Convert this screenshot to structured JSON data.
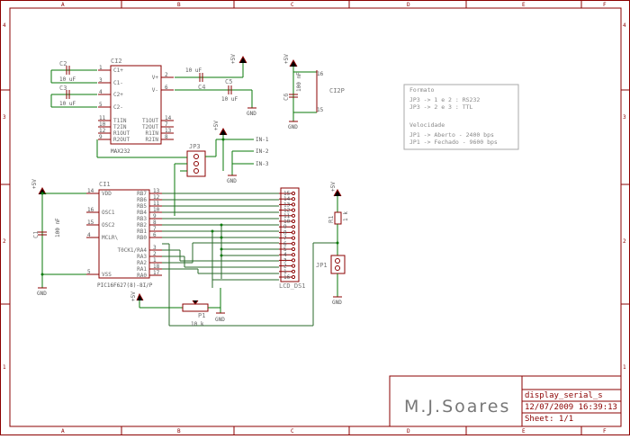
{
  "frame": {
    "cols": [
      "A",
      "B",
      "C",
      "D",
      "E",
      "F"
    ],
    "rows": [
      "4",
      "3",
      "2",
      "1"
    ]
  },
  "title_block": {
    "author": "M.J.Soares",
    "filename": "display_serial_s",
    "datetime": "12/07/2009 16:39:13",
    "sheet": "Sheet: 1/1"
  },
  "notes": {
    "formato_title": "Formato",
    "formato_line1": "JP3 -> 1 e 2 : RS232",
    "formato_line2": "JP3 -> 2 e 3 : TTL",
    "vel_title": "Velocidade",
    "vel_line1": "JP1 -> Aberto  - 2400 bps",
    "vel_line2": "JP1 -> Fechado - 9600 bps"
  },
  "max232": {
    "ref": "CI2",
    "name": "MAX232",
    "left_pins": [
      "C1+",
      "C1-",
      "C2+",
      "C2-",
      "T1IN",
      "T2IN",
      "R1OUT",
      "R2OUT"
    ],
    "left_nums": [
      "1",
      "3",
      "4",
      "5",
      "11",
      "10",
      "12",
      "9"
    ],
    "right_pins": [
      "V+",
      "V-",
      "T1OUT",
      "T2OUT",
      "R1IN",
      "R2IN"
    ],
    "right_nums": [
      "2",
      "6",
      "14",
      "7",
      "13",
      "8"
    ]
  },
  "pic": {
    "ref": "CI1",
    "name": "PIC16F627(8)-8I/P",
    "left_pins": [
      "VDD",
      "OSC1",
      "OSC2",
      "MCLR\\",
      "VSS"
    ],
    "left_nums": [
      "14",
      "16",
      "15",
      "4",
      "5"
    ],
    "right_pins": [
      "RB7",
      "RB6",
      "RB5",
      "RB4",
      "RB3",
      "RB2",
      "RB1",
      "RB0",
      "T0CK1/RA4",
      "RA3",
      "RA2",
      "RA1",
      "RA0"
    ],
    "right_nums": [
      "13",
      "12",
      "11",
      "10",
      "9",
      "8",
      "7",
      "6",
      "3",
      "2",
      "1",
      "18",
      "17"
    ]
  },
  "lcd": {
    "ref": "LCD_DS1",
    "pins": [
      "15",
      "14",
      "13",
      "12",
      "11",
      "10",
      "9",
      "8",
      "7",
      "6",
      "5",
      "4",
      "3",
      "2",
      "1",
      "16"
    ]
  },
  "components": {
    "c1_ref": "C1",
    "c1_val": "100 nF",
    "c2_ref": "C2",
    "c2_val": "10 uF",
    "c3_ref": "C3",
    "c3_val": "10 uF",
    "c4_ref": "C4",
    "c4_val": "10 uF",
    "c5_ref": "C5",
    "c5_val": "10 uF",
    "c6_ref": "C6",
    "c6_val": "100 nF",
    "r1_ref": "R1",
    "r1_val": "1 k",
    "p1_ref": "P1",
    "p1_val": "10 k",
    "jp1": "JP1",
    "jp3": "JP3",
    "ci2p": "CI2P"
  },
  "supplies": {
    "vplus": "+5V",
    "vminus": "+5V",
    "gnd": "GND"
  },
  "connectors": [
    "IN-1",
    "IN-2",
    "IN-3"
  ]
}
